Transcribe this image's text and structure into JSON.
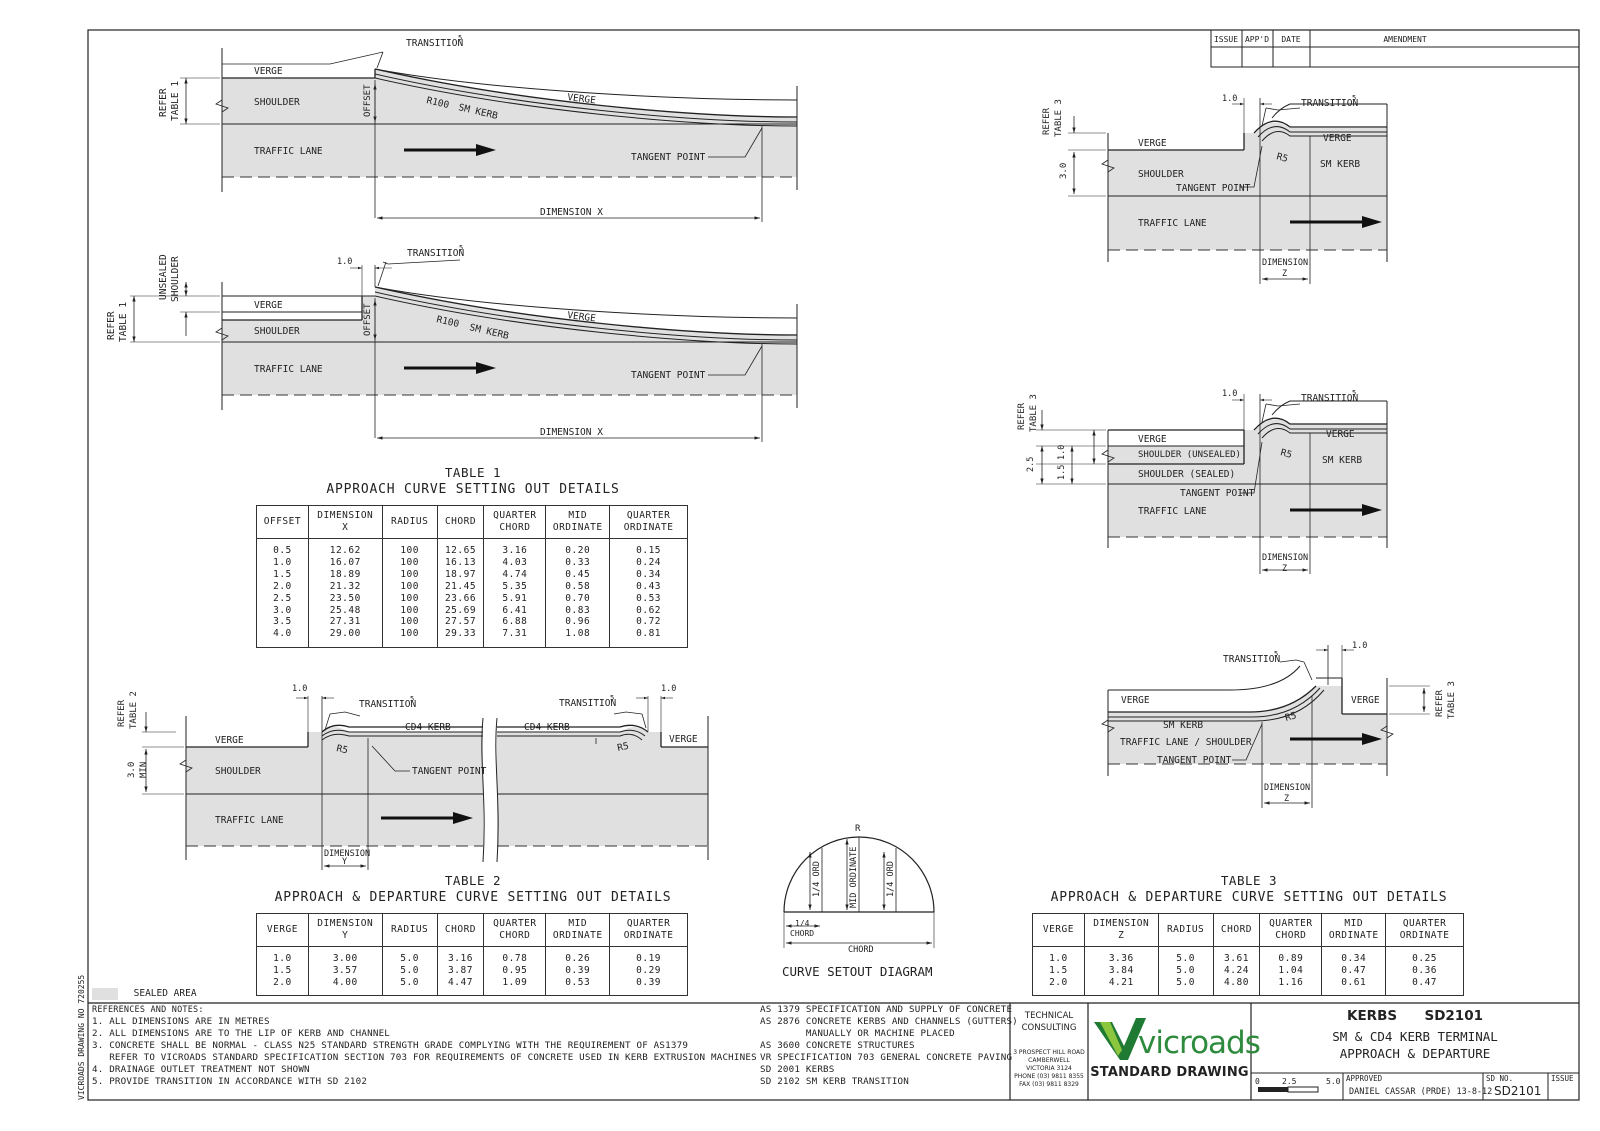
{
  "revision_block": {
    "headers": [
      "ISSUE",
      "APP'D",
      "DATE",
      "AMENDMENT"
    ]
  },
  "side_label": "VICROADS DRAWING NO 720255",
  "detail_a": {
    "transition": "TRANSITION",
    "transition_sup": "5",
    "verge": "VERGE",
    "shoulder": "SHOULDER",
    "traffic_lane": "TRAFFIC LANE",
    "offset": "OFFSET",
    "radius_label": "R100",
    "kerb": "SM KERB",
    "tangent_point": "TANGENT POINT",
    "dimension": "DIMENSION X",
    "refer_line1": "REFER",
    "refer_line2": "TABLE 1"
  },
  "detail_b": {
    "transition": "TRANSITION",
    "transition_sup": "5",
    "dim_1": "1.0",
    "verge": "VERGE",
    "shoulder": "SHOULDER",
    "traffic_lane": "TRAFFIC LANE",
    "unsealed_line1": "UNSEALED",
    "unsealed_line2": "SHOULDER",
    "offset": "OFFSET",
    "radius_label": "R100",
    "kerb": "SM KERB",
    "tangent_point": "TANGENT POINT",
    "dimension": "DIMENSION X",
    "refer_line1": "REFER",
    "refer_line2": "TABLE 1"
  },
  "detail_c": {
    "refer_line1": "REFER",
    "refer_line2": "TABLE 2",
    "dim_1": "1.0",
    "dim_1b": "1.0",
    "transition": "TRANSITION",
    "transition_sup": "5",
    "transition_b": "TRANSITION",
    "transition_b_sup": "5",
    "verge": "VERGE",
    "verge_b": "VERGE",
    "kerb": "CD4 KERB",
    "kerb_b": "CD4 KERB",
    "r5": "R5",
    "r5_b": "R5",
    "shoulder": "SHOULDER",
    "traffic_lane": "TRAFFIC LANE",
    "tangent_point": "TANGENT POINT",
    "min_line1": "3.0",
    "min_line2": "MIN",
    "dimension_line1": "DIMENSION",
    "dimension_line2": "Y"
  },
  "detail_d": {
    "refer_line1": "REFER",
    "refer_line2": "TABLE 3",
    "dim_1": "1.0",
    "transition": "TRANSITION",
    "transition_sup": "5",
    "verge": "VERGE",
    "verge_r": "VERGE",
    "r5": "R5",
    "kerb": "SM KERB",
    "dim_3": "3.0",
    "shoulder": "SHOULDER",
    "tangent_point": "TANGENT POINT",
    "traffic_lane": "TRAFFIC LANE",
    "dimension_line1": "DIMENSION",
    "dimension_line2": "Z"
  },
  "detail_e": {
    "refer_line1": "REFER",
    "refer_line2": "TABLE 3",
    "dim_1": "1.0",
    "transition": "TRANSITION",
    "transition_sup": "5",
    "verge": "VERGE",
    "verge_r": "VERGE",
    "shoulder_unsealed": "SHOULDER (UNSEALED)",
    "r5": "R5",
    "kerb": "SM KERB",
    "shoulder_sealed": "SHOULDER (SEALED)",
    "dim_25": "2.5",
    "dim_15": "1.5",
    "dim_10": "1.0",
    "tangent_point": "TANGENT POINT",
    "traffic_lane": "TRAFFIC LANE",
    "dimension_line1": "DIMENSION",
    "dimension_line2": "Z"
  },
  "detail_f": {
    "transition": "TRANSITION",
    "transition_sup": "5",
    "dim_1": "1.0",
    "verge": "VERGE",
    "verge_r": "VERGE",
    "refer_line1": "REFER",
    "refer_line2": "TABLE 3",
    "kerb": "SM KERB",
    "r5": "R5",
    "traffic_lane": "TRAFFIC LANE / SHOULDER",
    "tangent_point": "TANGENT POINT",
    "dimension_line1": "DIMENSION",
    "dimension_line2": "Z"
  },
  "curve_diagram": {
    "r": "R",
    "quarter_ord": "1/4 ORD",
    "quarter_ord_b": "1/4 ORD",
    "mid_ordinate": "MID ORDINATE",
    "quarter_chord_line1": "1/4",
    "quarter_chord_line2": "CHORD",
    "chord": "CHORD",
    "title": "CURVE SETOUT DIAGRAM"
  },
  "table1": {
    "title": "TABLE 1",
    "subtitle": "APPROACH CURVE SETTING OUT DETAILS",
    "headers": [
      [
        "OFFSET"
      ],
      [
        "DIMENSION",
        "X"
      ],
      [
        "RADIUS"
      ],
      [
        "CHORD"
      ],
      [
        "QUARTER",
        "CHORD"
      ],
      [
        "MID",
        "ORDINATE"
      ],
      [
        "QUARTER",
        "ORDINATE"
      ]
    ],
    "columns": [
      [
        "0.5",
        "1.0",
        "1.5",
        "2.0",
        "2.5",
        "3.0",
        "3.5",
        "4.0"
      ],
      [
        "12.62",
        "16.07",
        "18.89",
        "21.32",
        "23.50",
        "25.48",
        "27.31",
        "29.00"
      ],
      [
        "100",
        "100",
        "100",
        "100",
        "100",
        "100",
        "100",
        "100"
      ],
      [
        "12.65",
        "16.13",
        "18.97",
        "21.45",
        "23.66",
        "25.69",
        "27.57",
        "29.33"
      ],
      [
        "3.16",
        "4.03",
        "4.74",
        "5.35",
        "5.91",
        "6.41",
        "6.88",
        "7.31"
      ],
      [
        "0.20",
        "0.33",
        "0.45",
        "0.58",
        "0.70",
        "0.83",
        "0.96",
        "1.08"
      ],
      [
        "0.15",
        "0.24",
        "0.34",
        "0.43",
        "0.53",
        "0.62",
        "0.72",
        "0.81"
      ]
    ]
  },
  "table2": {
    "title": "TABLE 2",
    "subtitle": "APPROACH & DEPARTURE CURVE SETTING OUT DETAILS",
    "headers": [
      [
        "VERGE"
      ],
      [
        "DIMENSION",
        "Y"
      ],
      [
        "RADIUS"
      ],
      [
        "CHORD"
      ],
      [
        "QUARTER",
        "CHORD"
      ],
      [
        "MID",
        "ORDINATE"
      ],
      [
        "QUARTER",
        "ORDINATE"
      ]
    ],
    "columns": [
      [
        "1.0",
        "1.5",
        "2.0"
      ],
      [
        "3.00",
        "3.57",
        "4.00"
      ],
      [
        "5.0",
        "5.0",
        "5.0"
      ],
      [
        "3.16",
        "3.87",
        "4.47"
      ],
      [
        "0.78",
        "0.95",
        "1.09"
      ],
      [
        "0.26",
        "0.39",
        "0.53"
      ],
      [
        "0.19",
        "0.29",
        "0.39"
      ]
    ]
  },
  "table3": {
    "title": "TABLE 3",
    "subtitle": "APPROACH & DEPARTURE CURVE SETTING OUT DETAILS",
    "headers": [
      [
        "VERGE"
      ],
      [
        "DIMENSION",
        "Z"
      ],
      [
        "RADIUS"
      ],
      [
        "CHORD"
      ],
      [
        "QUARTER",
        "CHORD"
      ],
      [
        "MID",
        "ORDINATE"
      ],
      [
        "QUARTER",
        "ORDINATE"
      ]
    ],
    "columns": [
      [
        "1.0",
        "1.5",
        "2.0"
      ],
      [
        "3.36",
        "3.84",
        "4.21"
      ],
      [
        "5.0",
        "5.0",
        "5.0"
      ],
      [
        "3.61",
        "4.24",
        "4.80"
      ],
      [
        "0.89",
        "1.04",
        "1.16"
      ],
      [
        "0.34",
        "0.47",
        "0.61"
      ],
      [
        "0.25",
        "0.36",
        "0.47"
      ]
    ]
  },
  "legend": {
    "sealed_area": "SEALED AREA",
    "swatch_color": "#e0e0e0"
  },
  "notes": {
    "heading": "REFERENCES AND NOTES:",
    "lines": [
      "1. ALL DIMENSIONS ARE IN METRES",
      "2. ALL DIMENSIONS ARE TO THE LIP OF KERB AND CHANNEL",
      "3. CONCRETE SHALL BE NORMAL - CLASS N25 STANDARD STRENGTH GRADE COMPLYING WITH THE REQUIREMENT OF AS1379",
      "   REFER TO VICROADS STANDARD SPECIFICATION SECTION 703 FOR REQUIREMENTS OF CONCRETE USED IN KERB EXTRUSION MACHINES",
      "4. DRAINAGE OUTLET TREATMENT NOT SHOWN",
      "5. PROVIDE TRANSITION IN ACCORDANCE WITH SD 2102"
    ]
  },
  "references": {
    "lines": [
      "AS 1379 SPECIFICATION AND SUPPLY OF CONCRETE",
      "AS 2876 CONCRETE KERBS AND CHANNELS (GUTTERS)",
      "        MANUALLY OR MACHINE PLACED",
      "AS 3600 CONCRETE STRUCTURES",
      "VR SPECIFICATION 703 GENERAL CONCRETE PAVING",
      "SD 2001 KERBS",
      "SD 2102 SM KERB TRANSITION"
    ]
  },
  "title_block": {
    "technical_line1": "TECHNICAL",
    "technical_line2": "CONSULTING",
    "address": [
      "3 PROSPECT HILL ROAD",
      "CAMBERWELL",
      "VICTORIA 3124",
      "PHONE (03) 9811 8355",
      "FAX (03) 9811 8329"
    ],
    "logo_text": "vicroads",
    "logo_color": "#2e8b3e",
    "standard_drawing": "STANDARD DRAWING",
    "category": "KERBS",
    "sd_code": "SD2101",
    "title_line1": "SM & CD4 KERB TERMINAL",
    "title_line2": "APPROACH & DEPARTURE",
    "scale_labels": [
      "0",
      "2.5",
      "5.0"
    ],
    "approved_label": "APPROVED",
    "approved_by": "DANIEL CASSAR (PRDE) 13-8-12",
    "sd_no_label": "SD NO.",
    "sd_no": "SD2101",
    "issue_label": "ISSUE"
  }
}
